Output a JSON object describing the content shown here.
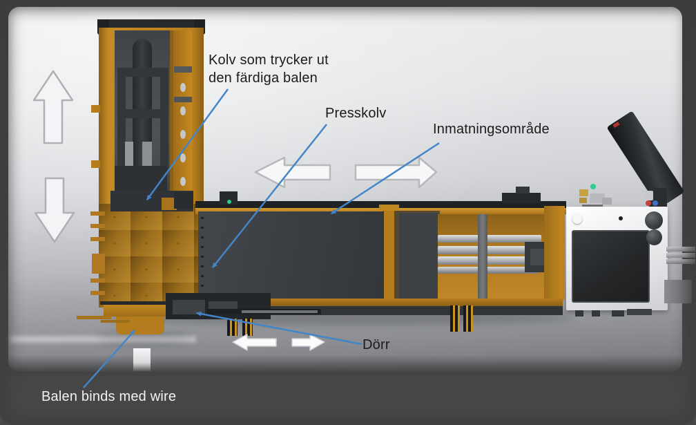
{
  "annotations": {
    "kolv": {
      "text": "Kolv som trycker ut\nden färdiga balen"
    },
    "presskolv": {
      "text": "Presskolv"
    },
    "inmatningsomrade": {
      "text": "Inmatningsområde"
    },
    "dorr": {
      "text": "Dörr"
    },
    "balen": {
      "text": "Balen binds med wire"
    }
  },
  "arrows": {
    "white_arrows": [
      {
        "name": "ejector-up-arrow",
        "direction": "up"
      },
      {
        "name": "ejector-down-arrow",
        "direction": "down"
      },
      {
        "name": "press-left-arrow",
        "direction": "left"
      },
      {
        "name": "press-right-arrow",
        "direction": "right"
      },
      {
        "name": "door-left-arrow",
        "direction": "left"
      },
      {
        "name": "door-right-arrow",
        "direction": "right"
      }
    ],
    "leader_lines": [
      {
        "name": "leader-kolv",
        "points_to": "ejector-piston"
      },
      {
        "name": "leader-presskolv",
        "points_to": "press-piston"
      },
      {
        "name": "leader-inmatningsomrade",
        "points_to": "infeed-area"
      },
      {
        "name": "leader-dorr",
        "points_to": "door"
      },
      {
        "name": "leader-balen",
        "points_to": "wire-binder"
      }
    ]
  },
  "colors": {
    "machine_orange": "#c08620",
    "machine_dark": "#35383c",
    "leader_blue": "#4285c8",
    "arrow_white": "#f6f7f8",
    "background_light": "#d7d8db",
    "background_dark": "#434343",
    "label_text": "#1b1b1b",
    "label_text_light": "#f2f2f2",
    "cabinet_white": "#f4f5f6"
  }
}
